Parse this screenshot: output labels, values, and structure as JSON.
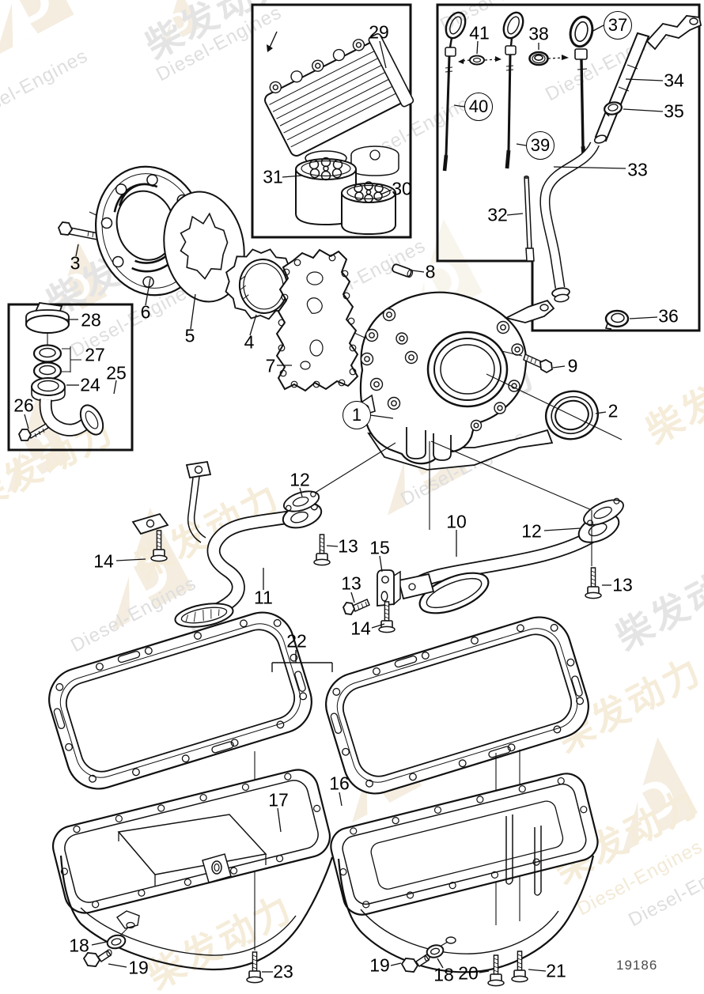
{
  "document": {
    "type": "exploded-parts-diagram",
    "subject": "engine oil pump, oil cooler, dipstick and oil pan assembly"
  },
  "diagram_number": "19186",
  "watermark": {
    "cn": "柴发动力",
    "en": "Diesel-Engines",
    "logo_letter": "D"
  },
  "callouts": [
    {
      "label": "29",
      "circled": false
    },
    {
      "label": "31",
      "circled": false
    },
    {
      "label": "30",
      "circled": false
    },
    {
      "label": "41",
      "circled": false
    },
    {
      "label": "38",
      "circled": false
    },
    {
      "label": "37",
      "circled": true
    },
    {
      "label": "40",
      "circled": true
    },
    {
      "label": "39",
      "circled": true
    },
    {
      "label": "34",
      "circled": false
    },
    {
      "label": "35",
      "circled": false
    },
    {
      "label": "33",
      "circled": false
    },
    {
      "label": "32",
      "circled": false
    },
    {
      "label": "36",
      "circled": false
    },
    {
      "label": "3",
      "circled": false
    },
    {
      "label": "6",
      "circled": false
    },
    {
      "label": "5",
      "circled": false
    },
    {
      "label": "4",
      "circled": false
    },
    {
      "label": "28",
      "circled": false
    },
    {
      "label": "27",
      "circled": false
    },
    {
      "label": "25",
      "circled": false
    },
    {
      "label": "24",
      "circled": false
    },
    {
      "label": "26",
      "circled": false
    },
    {
      "label": "7",
      "circled": false
    },
    {
      "label": "8",
      "circled": false
    },
    {
      "label": "1",
      "circled": true
    },
    {
      "label": "9",
      "circled": false
    },
    {
      "label": "2",
      "circled": false
    },
    {
      "label": "12",
      "circled": false
    },
    {
      "label": "13",
      "circled": false
    },
    {
      "label": "14",
      "circled": false
    },
    {
      "label": "11",
      "circled": false
    },
    {
      "label": "10",
      "circled": false
    },
    {
      "label": "15",
      "circled": false
    },
    {
      "label": "13",
      "circled": false
    },
    {
      "label": "14",
      "circled": false
    },
    {
      "label": "12",
      "circled": false
    },
    {
      "label": "13",
      "circled": false
    },
    {
      "label": "22",
      "circled": false
    },
    {
      "label": "17",
      "circled": false
    },
    {
      "label": "16",
      "circled": false
    },
    {
      "label": "18",
      "circled": false
    },
    {
      "label": "19",
      "circled": false
    },
    {
      "label": "23",
      "circled": false
    },
    {
      "label": "19",
      "circled": false
    },
    {
      "label": "18",
      "circled": false
    },
    {
      "label": "20",
      "circled": false
    },
    {
      "label": "21",
      "circled": false
    }
  ]
}
